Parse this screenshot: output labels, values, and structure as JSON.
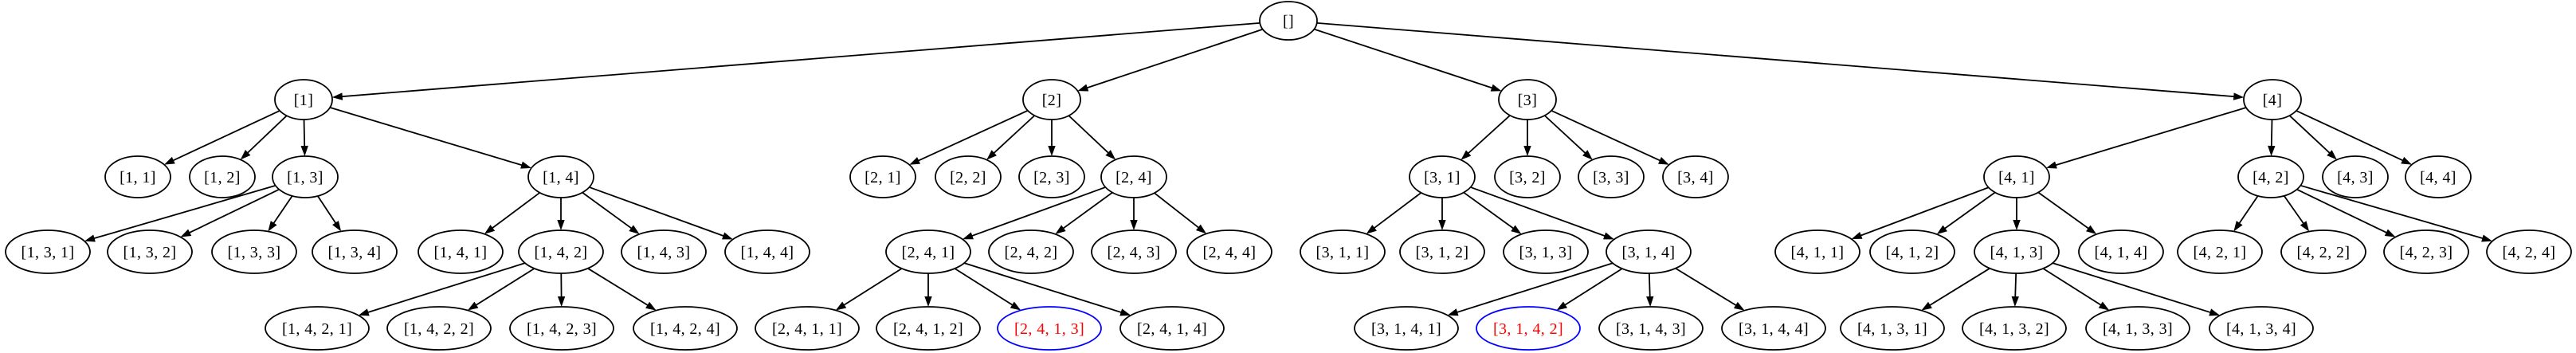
{
  "figure": {
    "type": "directed-tree-diagram",
    "background": "#ffffff",
    "node": {
      "fill": "#ffffff",
      "stroke": "#000000",
      "text_color": "#000000"
    },
    "highlight": {
      "stroke": "#0000ff",
      "text_color": "#ff0000"
    },
    "edge": {
      "color": "#000000"
    }
  },
  "tree": {
    "label": "[]",
    "children": [
      {
        "label": "[1]",
        "children": [
          {
            "label": "[1, 1]"
          },
          {
            "label": "[1, 2]"
          },
          {
            "label": "[1, 3]",
            "children": [
              {
                "label": "[1, 3, 1]"
              },
              {
                "label": "[1, 3, 2]"
              },
              {
                "label": "[1, 3, 3]"
              },
              {
                "label": "[1, 3, 4]"
              }
            ]
          },
          {
            "label": "[1, 4]",
            "children": [
              {
                "label": "[1, 4, 1]"
              },
              {
                "label": "[1, 4, 2]",
                "children": [
                  {
                    "label": "[1, 4, 2, 1]"
                  },
                  {
                    "label": "[1, 4, 2, 2]"
                  },
                  {
                    "label": "[1, 4, 2, 3]"
                  },
                  {
                    "label": "[1, 4, 2, 4]"
                  }
                ]
              },
              {
                "label": "[1, 4, 3]"
              },
              {
                "label": "[1, 4, 4]"
              }
            ]
          }
        ]
      },
      {
        "label": "[2]",
        "children": [
          {
            "label": "[2, 1]"
          },
          {
            "label": "[2, 2]"
          },
          {
            "label": "[2, 3]"
          },
          {
            "label": "[2, 4]",
            "children": [
              {
                "label": "[2, 4, 1]",
                "children": [
                  {
                    "label": "[2, 4, 1, 1]"
                  },
                  {
                    "label": "[2, 4, 1, 2]"
                  },
                  {
                    "label": "[2, 4, 1, 3]",
                    "highlight": true
                  },
                  {
                    "label": "[2, 4, 1, 4]"
                  }
                ]
              },
              {
                "label": "[2, 4, 2]"
              },
              {
                "label": "[2, 4, 3]"
              },
              {
                "label": "[2, 4, 4]"
              }
            ]
          }
        ]
      },
      {
        "label": "[3]",
        "children": [
          {
            "label": "[3, 1]",
            "children": [
              {
                "label": "[3, 1, 1]"
              },
              {
                "label": "[3, 1, 2]"
              },
              {
                "label": "[3, 1, 3]"
              },
              {
                "label": "[3, 1, 4]",
                "children": [
                  {
                    "label": "[3, 1, 4, 1]"
                  },
                  {
                    "label": "[3, 1, 4, 2]",
                    "highlight": true
                  },
                  {
                    "label": "[3, 1, 4, 3]"
                  },
                  {
                    "label": "[3, 1, 4, 4]"
                  }
                ]
              }
            ]
          },
          {
            "label": "[3, 2]"
          },
          {
            "label": "[3, 3]"
          },
          {
            "label": "[3, 4]"
          }
        ]
      },
      {
        "label": "[4]",
        "children": [
          {
            "label": "[4, 1]",
            "children": [
              {
                "label": "[4, 1, 1]"
              },
              {
                "label": "[4, 1, 2]"
              },
              {
                "label": "[4, 1, 3]",
                "children": [
                  {
                    "label": "[4, 1, 3, 1]"
                  },
                  {
                    "label": "[4, 1, 3, 2]"
                  },
                  {
                    "label": "[4, 1, 3, 3]"
                  },
                  {
                    "label": "[4, 1, 3, 4]"
                  }
                ]
              },
              {
                "label": "[4, 1, 4]"
              }
            ]
          },
          {
            "label": "[4, 2]",
            "children": [
              {
                "label": "[4, 2, 1]"
              },
              {
                "label": "[4, 2, 2]"
              },
              {
                "label": "[4, 2, 3]"
              },
              {
                "label": "[4, 2, 4]"
              }
            ]
          },
          {
            "label": "[4, 3]"
          },
          {
            "label": "[4, 4]"
          }
        ]
      }
    ]
  }
}
